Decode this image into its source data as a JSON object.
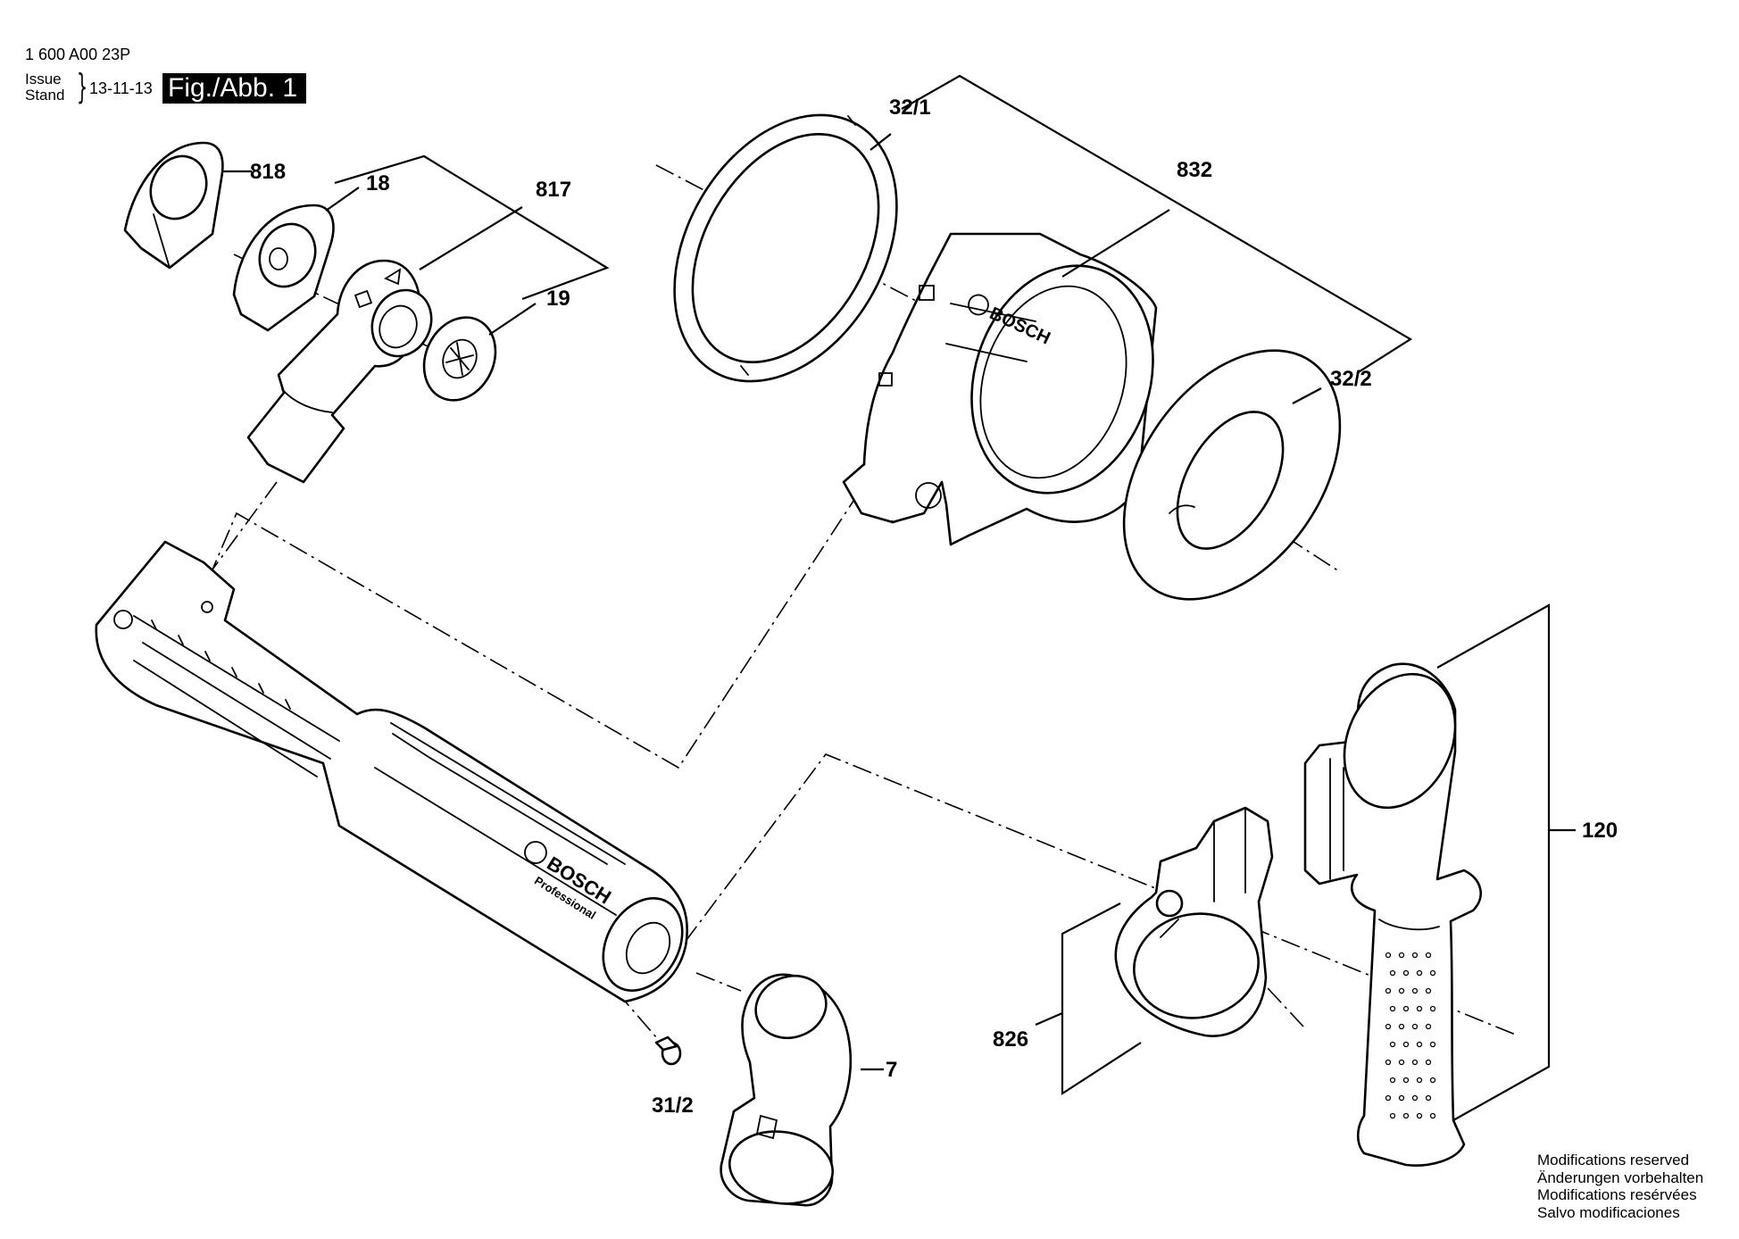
{
  "header": {
    "doc_number": "1 600 A00 23P",
    "issue_label": "Issue",
    "stand_label": "Stand",
    "issue_date": "13-11-13",
    "figure_label": "Fig./Abb. 1"
  },
  "callouts": {
    "c818": "818",
    "c18": "18",
    "c817": "817",
    "c19": "19",
    "c32_1": "32/1",
    "c832": "832",
    "c32_2": "32/2",
    "c120": "120",
    "c826": "826",
    "c7": "7",
    "c31_2": "31/2"
  },
  "brand_marks": {
    "housing": "BOSCH",
    "extractor": "BOSCH",
    "extractor_sub": "Professional"
  },
  "footer": {
    "notes": [
      "Modifications reserved",
      "Änderungen vorbehalten",
      "Modifications resérvées",
      "Salvo modificaciones"
    ]
  }
}
